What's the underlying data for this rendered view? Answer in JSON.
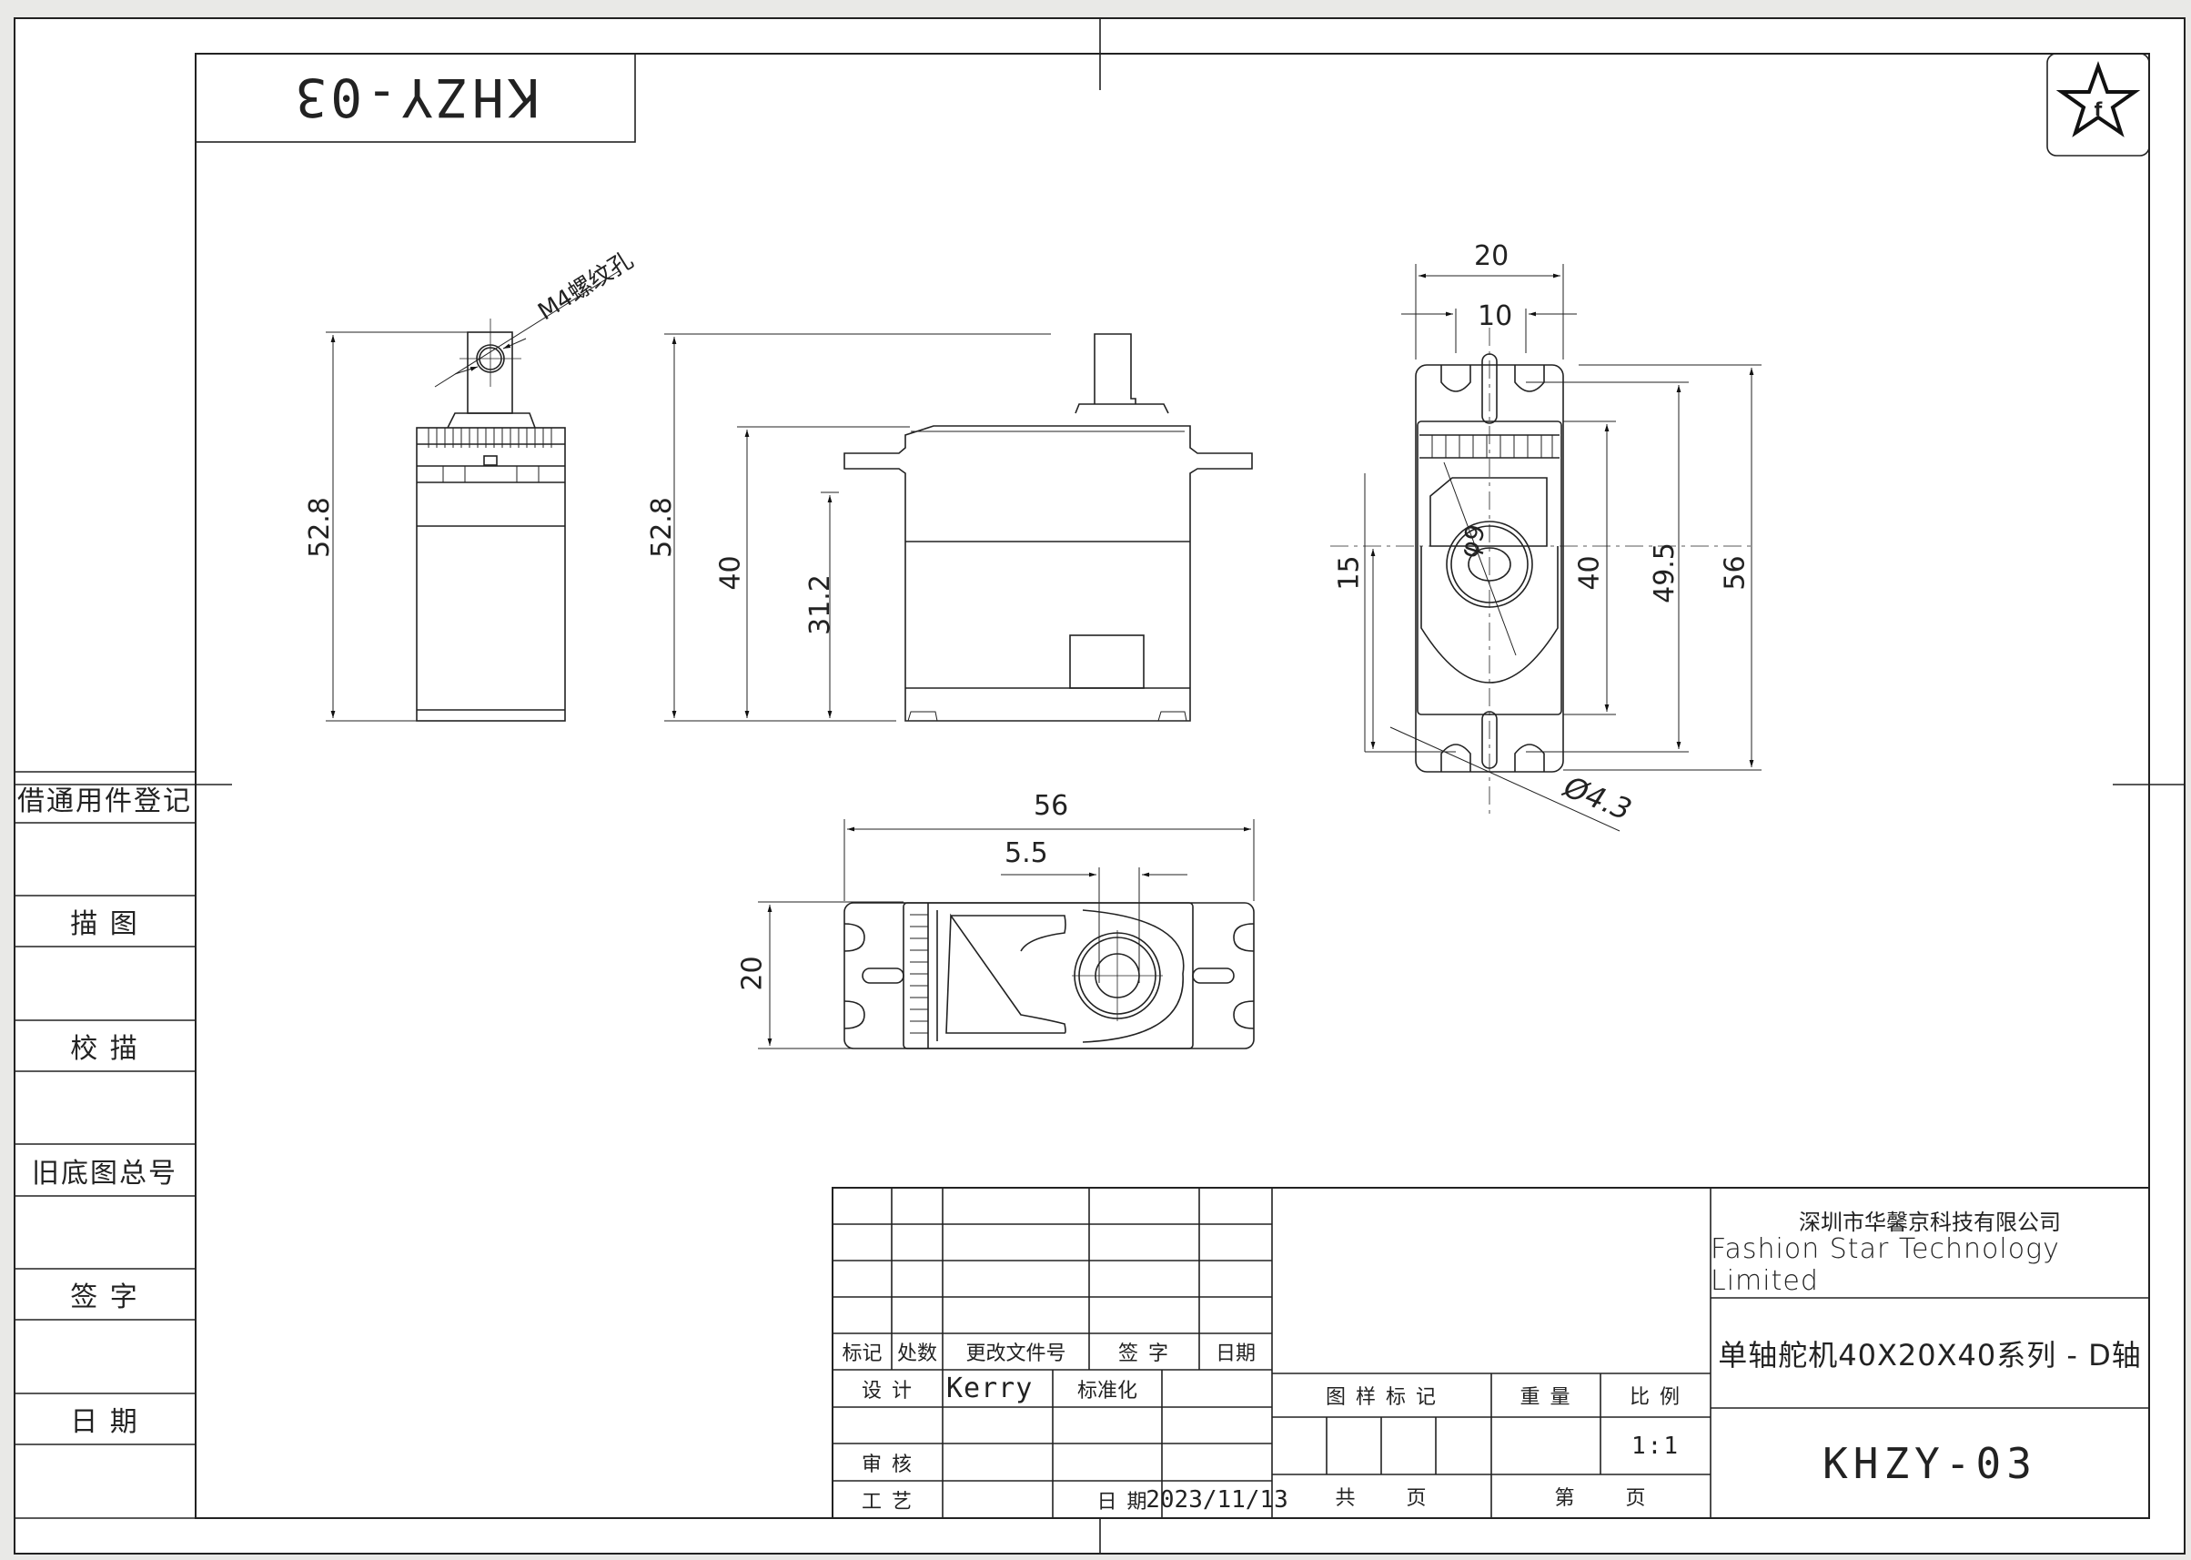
{
  "drawing": {
    "part_code_mirrored": "KHZY-03",
    "logo_icon": "star-f-logo",
    "left_strip": {
      "labels": [
        "借通用件登记",
        "描  图",
        "校  描",
        "旧底图总号",
        "签  字",
        "日  期"
      ]
    },
    "views": {
      "side_view": {
        "height_dim": "52.8",
        "thread_note": "M4螺纹孔"
      },
      "front_view": {
        "total_height_dim": "52.8",
        "body_height_dim": "40",
        "flange_height_dim": "31.2"
      },
      "end_view": {
        "width_dim": "20",
        "hole_spacing_dim": "10",
        "shaft_offset_dim": "15",
        "body_height_dim": "40",
        "hole_pitch_dim": "49.5",
        "total_length_dim": "56",
        "hub_dia_dim": "φ9",
        "hole_dia_dim": "Ø4.3"
      },
      "top_view": {
        "total_length_dim": "56",
        "shaft_offset_dim": "5.5",
        "width_dim": "20"
      }
    }
  },
  "title_block": {
    "revision_headers": [
      "标记",
      "处数",
      "更改文件号",
      "签 字",
      "日期"
    ],
    "design_label": "设 计",
    "design_value": "Kerry",
    "standardization_label": "标准化",
    "review_label": "审 核",
    "process_label": "工 艺",
    "date_label": "日 期",
    "date_value": "2023/11/13",
    "pattern_mark_label": "图 样 标 记",
    "weight_label": "重 量",
    "scale_label": "比 例",
    "scale_value": "1:1",
    "total_pages_label": "共      页",
    "page_no_label": "第      页",
    "company_cn": "深圳市华馨京科技有限公司",
    "company_en": "Fashion Star Technology Limited",
    "part_name": "单轴舵机40X20X40系列 - D轴",
    "part_code": "KHZY-03"
  }
}
